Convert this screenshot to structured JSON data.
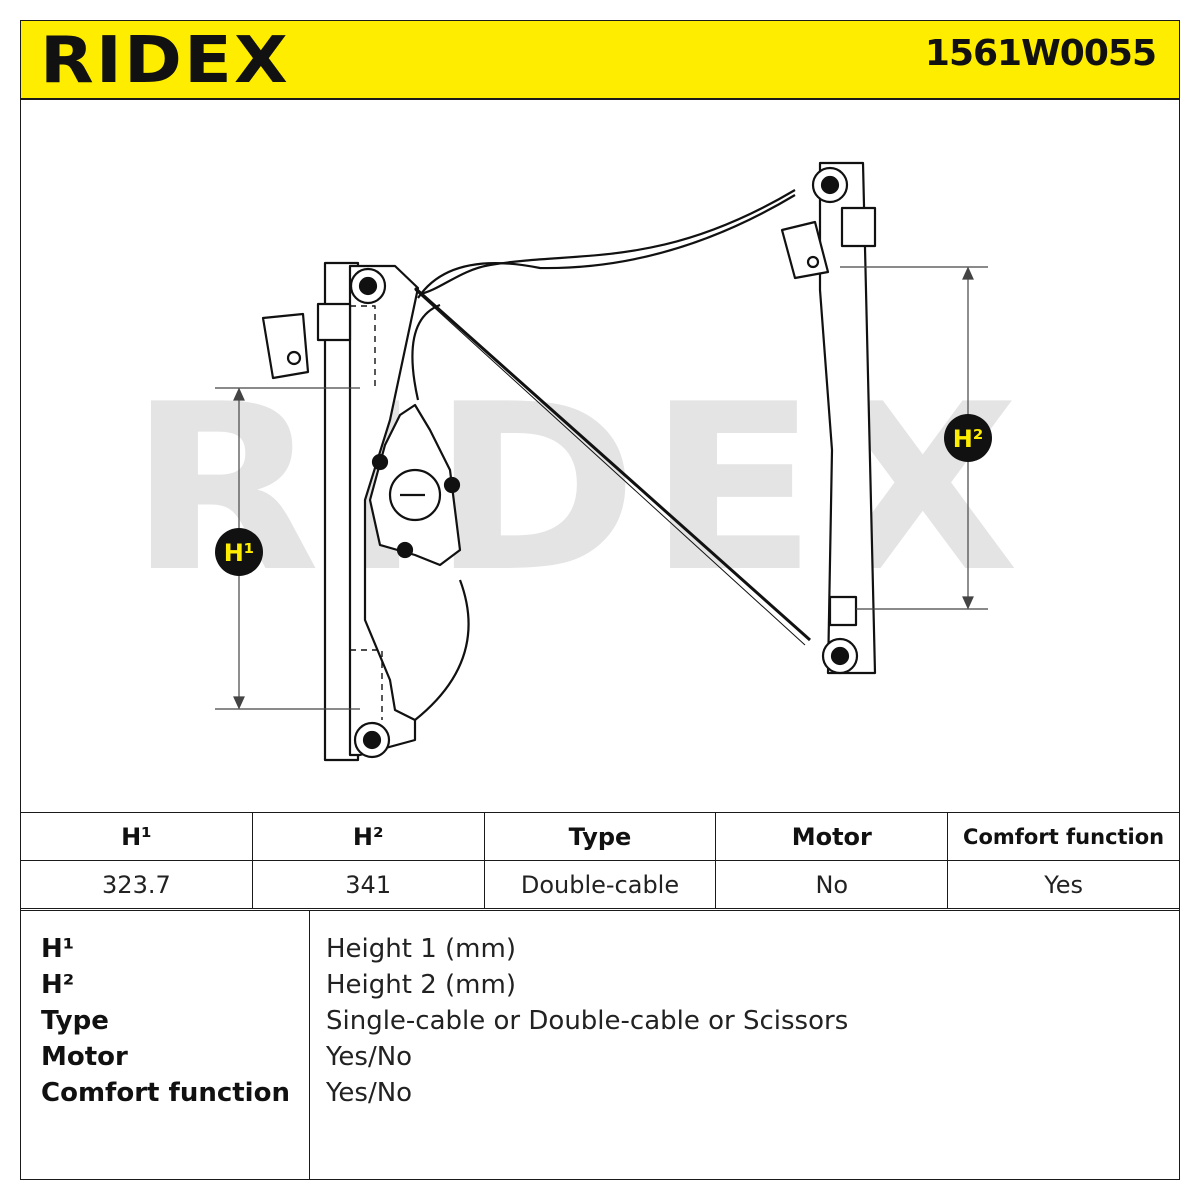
{
  "header": {
    "brand": "RIDEX",
    "part_number": "1561W0055",
    "colors": {
      "brand_yellow": "#FFED00",
      "ink": "#111111",
      "watermark": "#E4E4E4"
    }
  },
  "drawing": {
    "watermark": "RIDEX",
    "labels": {
      "h1": "H¹",
      "h2": "H²"
    }
  },
  "specs": {
    "headers": [
      "H¹",
      "H²",
      "Type",
      "Motor",
      "Comfort function"
    ],
    "values": [
      "323.7",
      "341",
      "Double-cable",
      "No",
      "Yes"
    ]
  },
  "legend": {
    "rows": [
      {
        "key": "H¹",
        "desc": "Height 1 (mm)"
      },
      {
        "key": "H²",
        "desc": "Height 2 (mm)"
      },
      {
        "key": "Type",
        "desc": "Single-cable or Double-cable or Scissors"
      },
      {
        "key": "Motor",
        "desc": "Yes/No"
      },
      {
        "key": "Comfort function",
        "desc": "Yes/No"
      }
    ]
  }
}
